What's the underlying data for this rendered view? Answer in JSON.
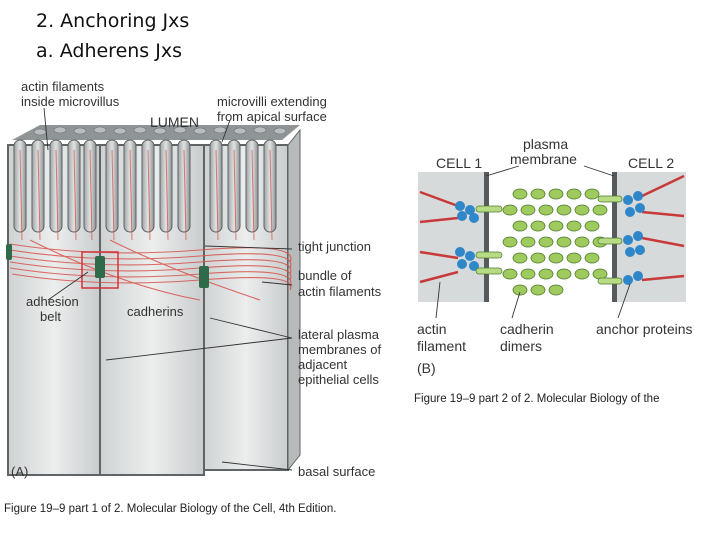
{
  "slide": {
    "title_line1": "2. Anchoring Jxs",
    "title_line2": "a. Adherens Jxs"
  },
  "figure_a": {
    "label_actin_microvillus_1": "actin filaments",
    "label_actin_microvillus_2": "inside microvillus",
    "label_lumen": "LUMEN",
    "label_microvilli_1": "microvilli extending",
    "label_microvilli_2": "from apical surface",
    "label_tight_junction": "tight junction",
    "label_bundle_1": "bundle of",
    "label_bundle_2": "actin filaments",
    "label_adhesion_1": "adhesion",
    "label_adhesion_2": "belt",
    "label_cadherins": "cadherins",
    "label_lateral_1": "lateral plasma",
    "label_lateral_2": "membranes of",
    "label_lateral_3": "adjacent",
    "label_lateral_4": "epithelial cells",
    "label_basal": "basal surface",
    "panel_letter": "(A)",
    "caption": "Figure 19–9 part 1 of 2. Molecular Biology of the Cell, 4th Edition."
  },
  "figure_b": {
    "label_cell1": "CELL 1",
    "label_cell2": "CELL 2",
    "label_plasma_1": "plasma",
    "label_plasma_2": "membrane",
    "label_actin_1": "actin",
    "label_actin_2": "filament",
    "label_cadherin_1": "cadherin",
    "label_cadherin_2": "dimers",
    "label_anchor": "anchor proteins",
    "panel_letter": "(B)",
    "caption": "Figure 19–9 part 2 of 2. Molecular Biology of the"
  },
  "colors": {
    "cell_fill": "#d9dcdc",
    "membrane": "#555a5e",
    "actin": "#d8524a",
    "cadherin_green": "#9fcb5e",
    "anchor_blue": "#2f86c8",
    "highlight_box": "#d6333a"
  }
}
